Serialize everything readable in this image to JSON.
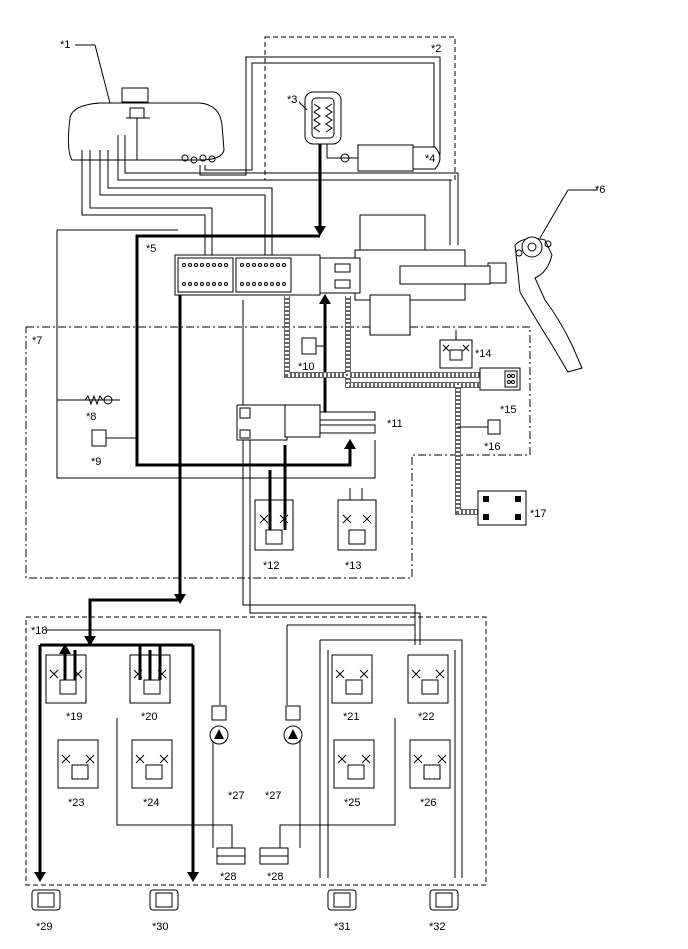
{
  "diagram": {
    "labels": {
      "c1": "*1",
      "c2": "*2",
      "c3": "*3",
      "c4": "*4",
      "c5": "*5",
      "c6": "*6",
      "c7": "*7",
      "c8": "*8",
      "c9": "*9",
      "c10": "*10",
      "c11": "*11",
      "c12": "*12",
      "c13": "*13",
      "c14": "*14",
      "c15": "*15",
      "c16": "*16",
      "c17": "*17",
      "c18": "*18",
      "c19": "*19",
      "c20": "*20",
      "c21": "*21",
      "c22": "*22",
      "c23": "*23",
      "c24": "*24",
      "c25": "*25",
      "c26": "*26",
      "c27a": "*27",
      "c27b": "*27",
      "c28a": "*28",
      "c28b": "*28",
      "c29": "*29",
      "c30": "*30",
      "c31": "*31",
      "c32": "*32"
    }
  }
}
